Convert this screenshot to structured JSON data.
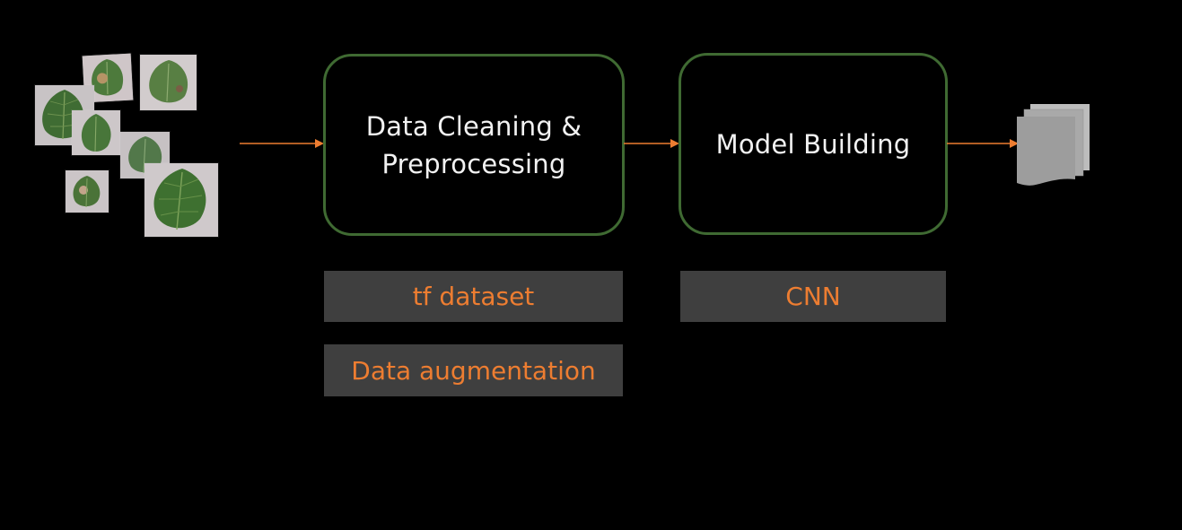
{
  "diagram": {
    "input": {
      "icon": "leaf-images-icon"
    },
    "stages": [
      {
        "title": "Data Cleaning &\nPreprocessing",
        "tags": [
          "tf dataset",
          "Data augmentation"
        ]
      },
      {
        "title": "Model Building",
        "tags": [
          "CNN"
        ]
      }
    ],
    "output": {
      "icon": "document-stack-icon"
    }
  },
  "colors": {
    "background": "#000000",
    "box_border": "#3f6a32",
    "box_text": "#f2f2f2",
    "tag_background": "#3f3f3f",
    "tag_text": "#ed7d31",
    "arrow": "#ed7d31"
  }
}
